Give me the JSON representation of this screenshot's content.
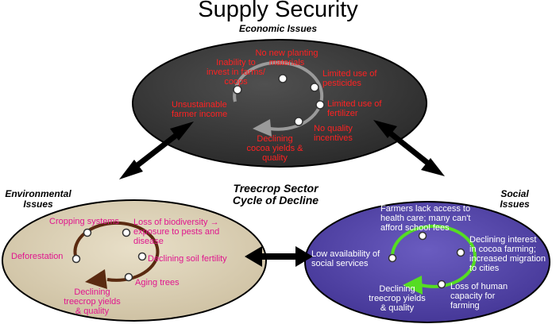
{
  "title": "Supply Security",
  "center_heading": "Treecrop Sector\nCycle of Decline",
  "economic": {
    "heading": "Economic Issues",
    "labels": {
      "no_new_planting": "No new planting\nmaterials",
      "inability_invest": "Inability to\ninvest in farms/\ncoops",
      "limited_pesticides": "Limited use of\npesticides",
      "limited_fertilizer": "Limited use of\nfertilizer",
      "unsustainable_income": "Unsustainable\nfarmer income",
      "no_quality_incentives": "No quality\nincentives",
      "declining_cocoa": "Declining\ncocoa yields &\nquality"
    }
  },
  "environmental": {
    "heading": "Environmental\nIssues",
    "labels": {
      "cropping_systems": "Cropping systems",
      "loss_biodiversity": "Loss of biodiversity →\nexposure to pests and\ndisease",
      "deforestation": "Deforestation",
      "declining_soil": "Declining soil fertility",
      "aging_trees": "Aging trees",
      "declining_treecrop": "Declining\ntreecrop yields\n& quality"
    }
  },
  "social": {
    "heading": "Social\nIssues",
    "labels": {
      "health_care": "Farmers lack access to\nhealth care; many can't\nafford school fees",
      "low_services": "Low availability of\nsocial services",
      "declining_interest": "Declining interest\nin cocoa farming;\nincreased migration\nto cities",
      "declining_treecrop": "Declining\ntreecrop yields\n& quality",
      "loss_human": "Loss of human\ncapacity for\nfarming"
    }
  },
  "colors": {
    "economic_fill": "#3a3a3a",
    "environmental_fill": "#d8cdb4",
    "social_fill": "#5545a6",
    "economic_text": "#ff2222",
    "environmental_text": "#e0168e",
    "social_text": "#ffffff",
    "economic_cycle": "#9a9a9a",
    "environmental_cycle": "#5a2a10",
    "social_cycle": "#55dd22"
  }
}
